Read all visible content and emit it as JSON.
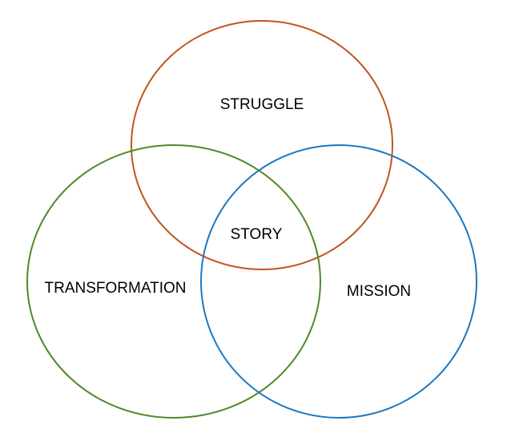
{
  "diagram": {
    "type": "venn",
    "sets": [
      {
        "id": "struggle",
        "label": "STRUGGLE",
        "color": "#C0561C"
      },
      {
        "id": "transformation",
        "label": "TRANSFORMATION",
        "color": "#4E8A2A"
      },
      {
        "id": "mission",
        "label": "MISSION",
        "color": "#1A78C2"
      }
    ],
    "center_label": "STORY"
  }
}
